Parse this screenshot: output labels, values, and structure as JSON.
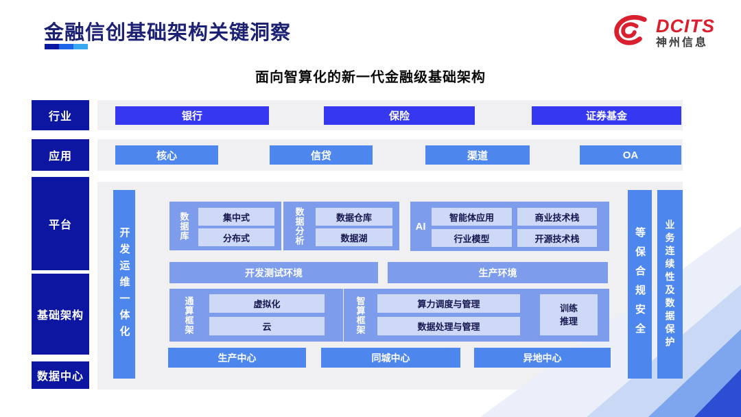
{
  "header": {
    "title": "金融信创基础架构关键洞察",
    "logo": {
      "brand": "DCITS",
      "company": "神州信息"
    }
  },
  "subtitle": "面向智算化的新一代金融级基础架构",
  "colors": {
    "title_navy": "#1c2173",
    "label_navy": "#0c16a0",
    "industry_blue": "#3538f0",
    "app_blue": "#4d86ec",
    "group_blue": "#7d9ceb",
    "light_box": "#cdd9f6",
    "light_box_text": "#16164e",
    "panel_gray": "#f0f0f3",
    "brand_red": "#d9202e",
    "underline_segments": [
      "#0a18a0",
      "#1e64e8",
      "#38a8f0"
    ],
    "corner_bands": [
      "#e9eef9",
      "#c8d8f5",
      "#7ea6ee",
      "#2c4ed2"
    ]
  },
  "diagram": {
    "row_labels": [
      "行业",
      "应用",
      "平台",
      "基础架构",
      "数据中心"
    ],
    "industry": {
      "items": [
        "银行",
        "保险",
        "证券基金"
      ]
    },
    "application": {
      "items": [
        "核心",
        "信贷",
        "渠道",
        "OA"
      ]
    },
    "platform": {
      "devops_bar": "开发运维一体化",
      "database": {
        "label": "数据库",
        "items": [
          "集中式",
          "分布式"
        ]
      },
      "analytics": {
        "label": "数据分析",
        "items": [
          "数据仓库",
          "数据湖"
        ]
      },
      "ai": {
        "label": "AI",
        "items": [
          "智能体应用",
          "商业技术栈",
          "行业模型",
          "开源技术栈"
        ]
      },
      "environments": [
        "开发测试环境",
        "生产环境"
      ],
      "general_compute": {
        "label": "通算框架",
        "items": [
          "虚拟化",
          "云"
        ]
      },
      "ai_compute": {
        "label": "智算框架",
        "items": [
          "算力调度与管理",
          "数据处理与管理"
        ],
        "side_lines": [
          "训练",
          "推理"
        ]
      },
      "centers": [
        "生产中心",
        "同城中心",
        "异地中心"
      ],
      "security_bar": "等保合规安全",
      "continuity_bar": "业务连续性及数据保护"
    }
  }
}
